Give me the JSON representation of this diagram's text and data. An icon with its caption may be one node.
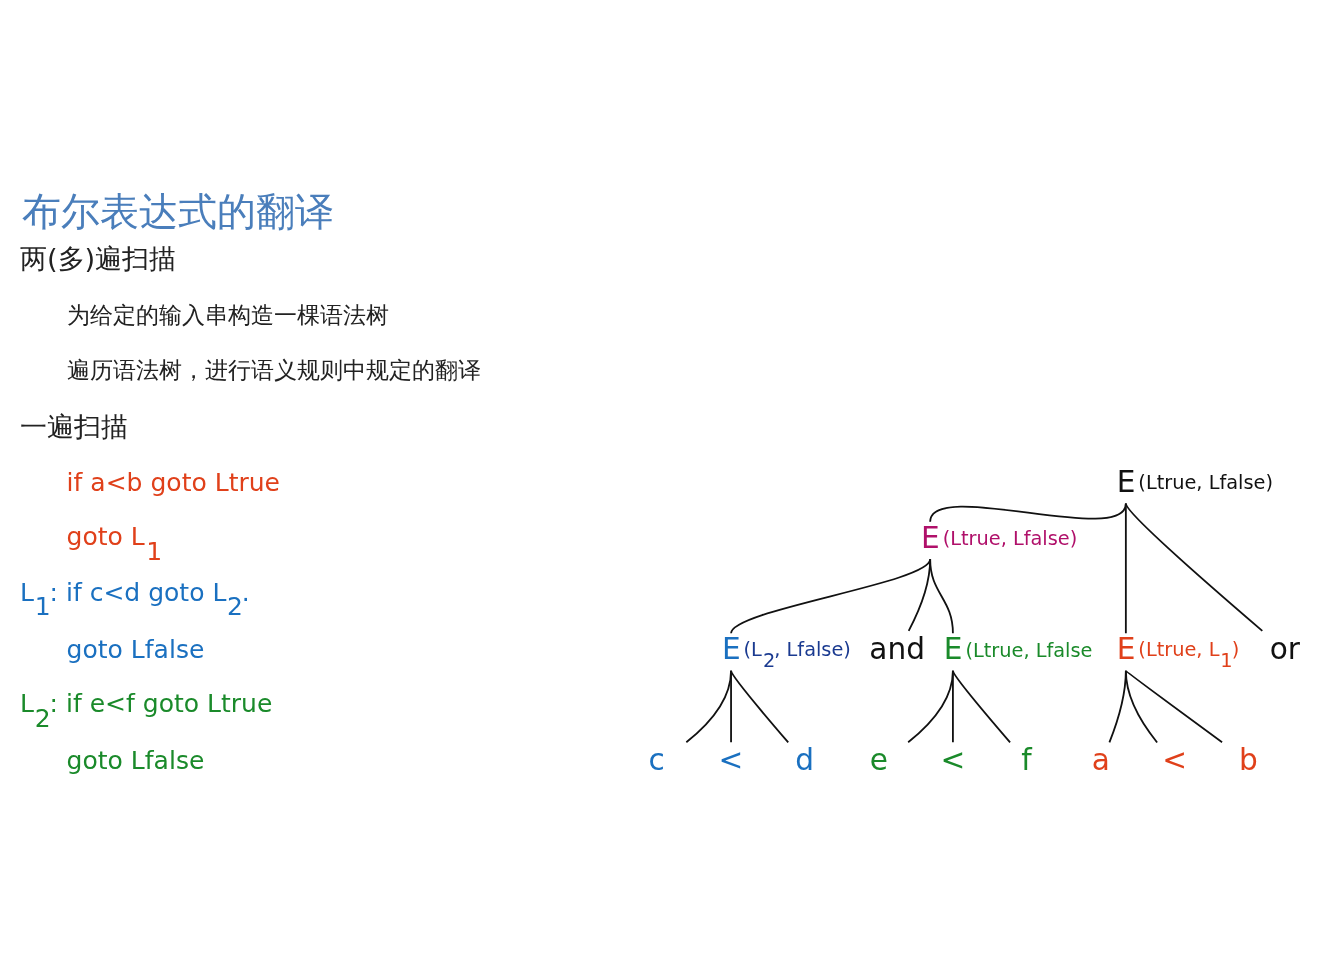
{
  "diagram": {
    "title": "布尔表达式的翻译",
    "nodes": [
      {
        "text": [
          "E"
        ],
        "beside": [
          "(Ltrue, Lfalse)"
        ]
      },
      {
        "text": [
          "E"
        ],
        "beside": [
          "(Ltrue, Lfalse)"
        ]
      },
      {
        "text": [
          "E"
        ],
        "beside": [
          "(Ltrue, L$_{1}$)"
        ]
      },
      {
        "text": [
          "or"
        ]
      },
      {
        "text": [
          "E"
        ],
        "beside": [
          "(L$_{2}$, Lfalse)"
        ]
      },
      {
        "text": [
          "and"
        ]
      },
      {
        "text": [
          "E"
        ],
        "beside": [
          "(Ltrue, Lfalse"
        ]
      },
      {
        "text": [
          "a"
        ]
      },
      {
        "text": [
          "<"
        ]
      },
      {
        "text": [
          "b"
        ]
      },
      {
        "text": [
          "c"
        ]
      },
      {
        "text": [
          "<"
        ]
      },
      {
        "text": [
          "d"
        ]
      },
      {
        "text": [
          "e"
        ]
      },
      {
        "text": [
          "<"
        ]
      },
      {
        "text": [
          "f"
        ]
      }
    ],
    "edges": [
      {
        "from": 0,
        "to": 2,
        "arrow": "none"
      },
      {
        "from": 0,
        "to": 3,
        "arrow": "none"
      },
      {
        "from": 0,
        "to": 1,
        "arrow": "none"
      },
      {
        "from": 1,
        "to": 4,
        "arrow": "none"
      },
      {
        "from": 1,
        "to": 5,
        "arrow": "none"
      },
      {
        "from": 1,
        "to": 6,
        "arrow": "none"
      },
      {
        "from": 2,
        "to": 7,
        "arrow": "none"
      },
      {
        "from": 2,
        "to": 8,
        "arrow": "none"
      },
      {
        "from": 2,
        "to": 9,
        "arrow": "none"
      },
      {
        "from": 4,
        "to": 10,
        "arrow": "none"
      },
      {
        "from": 4,
        "to": 11,
        "arrow": "none"
      },
      {
        "from": 4,
        "to": 12,
        "arrow": "none"
      },
      {
        "from": 6,
        "to": 13,
        "arrow": "none"
      },
      {
        "from": 6,
        "to": 14,
        "arrow": "none"
      },
      {
        "from": 6,
        "to": 15,
        "arrow": "none"
      }
    ],
    "labels": [
      "两(多)遍扫描",
      "为给定的输入串构造一棵语法树",
      "遍历语法树，进行语义规则中规定的翻译",
      "一遍扫描",
      "if a<b goto Ltrue",
      "goto L$_{1}$",
      "L$_{1}$: if c<d goto L$_{2}$.",
      "goto Lfalse",
      "L$_{2}$: if e<f goto Ltrue",
      "goto Lfalse"
    ]
  }
}
